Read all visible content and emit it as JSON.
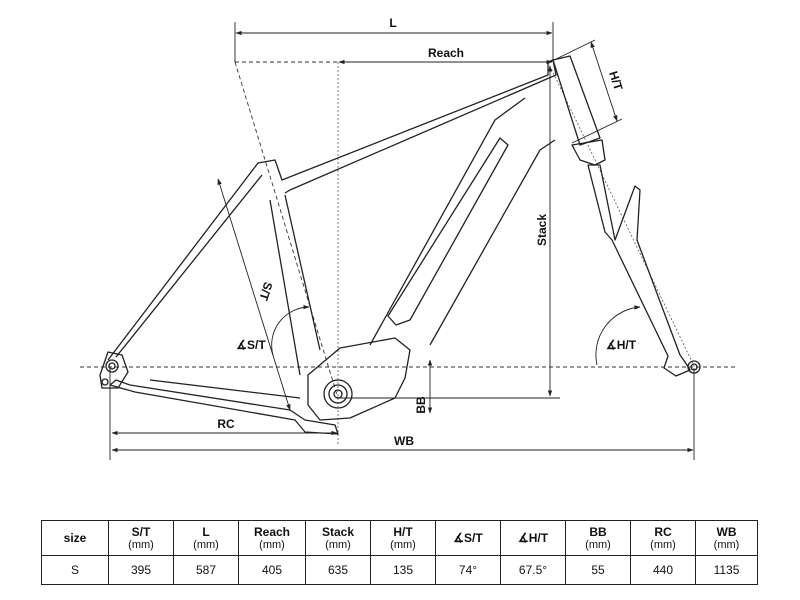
{
  "diagram": {
    "labels": {
      "l": "L",
      "reach": "Reach",
      "ht": "H/T",
      "stack": "Stack",
      "st": "S/T",
      "st_angle": "∡S/T",
      "ht_angle": "∡H/T",
      "bb": "BB",
      "rc": "RC",
      "wb": "WB"
    }
  },
  "table": {
    "headers": [
      {
        "name": "size",
        "unit": ""
      },
      {
        "name": "S/T",
        "unit": "(mm)"
      },
      {
        "name": "L",
        "unit": "(mm)"
      },
      {
        "name": "Reach",
        "unit": "(mm)"
      },
      {
        "name": "Stack",
        "unit": "(mm)"
      },
      {
        "name": "H/T",
        "unit": "(mm)"
      },
      {
        "name": "∡S/T",
        "unit": ""
      },
      {
        "name": "∡H/T",
        "unit": ""
      },
      {
        "name": "BB",
        "unit": "(mm)"
      },
      {
        "name": "RC",
        "unit": "(mm)"
      },
      {
        "name": "WB",
        "unit": "(mm)"
      }
    ],
    "rows": [
      [
        "S",
        "395",
        "587",
        "405",
        "635",
        "135",
        "74°",
        "67.5°",
        "55",
        "440",
        "1135"
      ]
    ]
  }
}
